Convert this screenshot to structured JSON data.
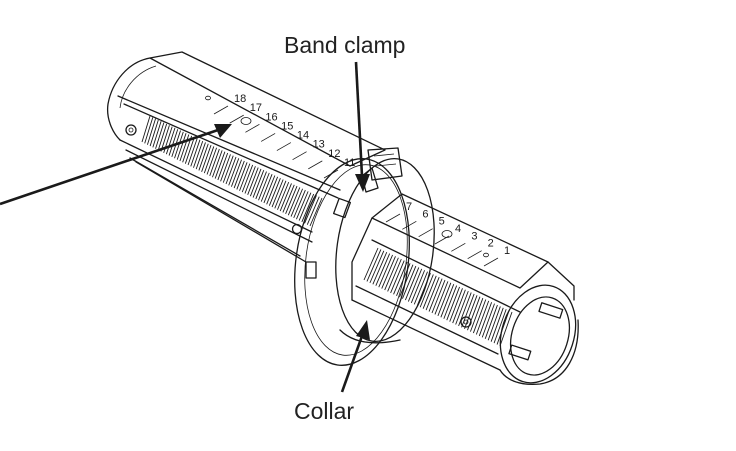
{
  "callouts": {
    "band_clamp": "Band clamp",
    "collar": "Collar"
  },
  "scale_rear": {
    "labels": [
      "18",
      "17",
      "16",
      "15",
      "14",
      "13",
      "12",
      "11"
    ]
  },
  "scale_front": {
    "labels": [
      "7",
      "6",
      "5",
      "4",
      "3",
      "2",
      "1"
    ]
  },
  "colors": {
    "line": "#1a1a1a",
    "background": "#ffffff"
  }
}
